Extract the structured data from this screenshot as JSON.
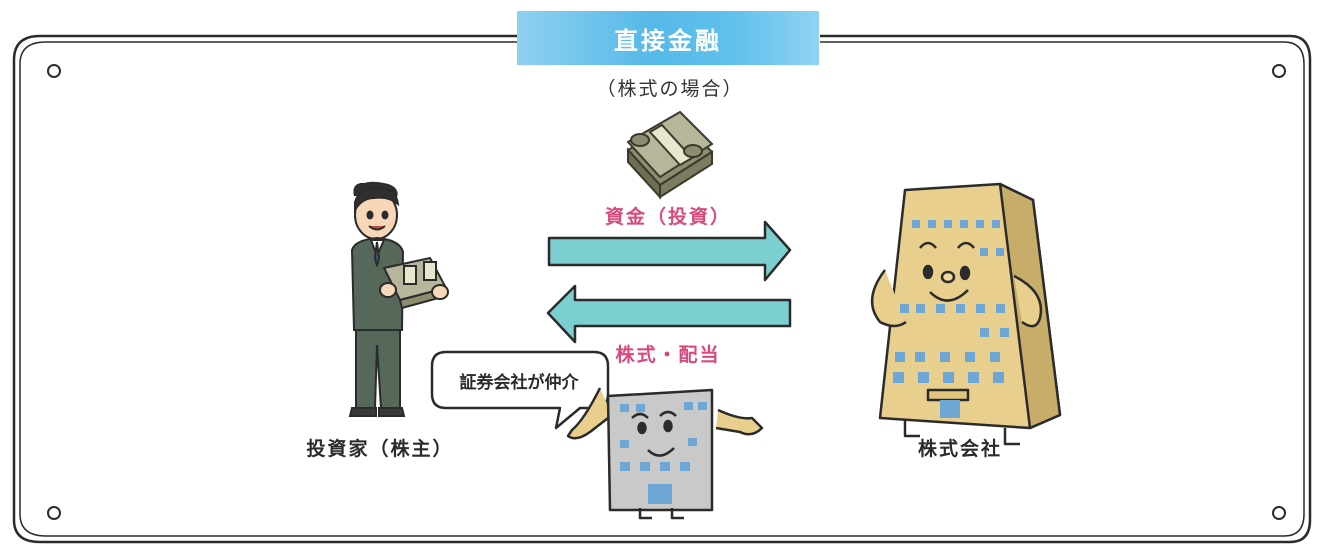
{
  "title": "直接金融",
  "subtitle": "（株式の場合）",
  "flows": {
    "to_company": "資金（投資）",
    "to_investor": "株式・配当"
  },
  "actors": {
    "investor": "投資家（株主）",
    "company": "株式会社",
    "broker_speech": "証券会社が仲介"
  },
  "colors": {
    "title_bg": "#55b9e8",
    "arrow_fill": "#7ccfd0",
    "flow_label": "#d84a7e",
    "frame": "#2b2b2b"
  }
}
